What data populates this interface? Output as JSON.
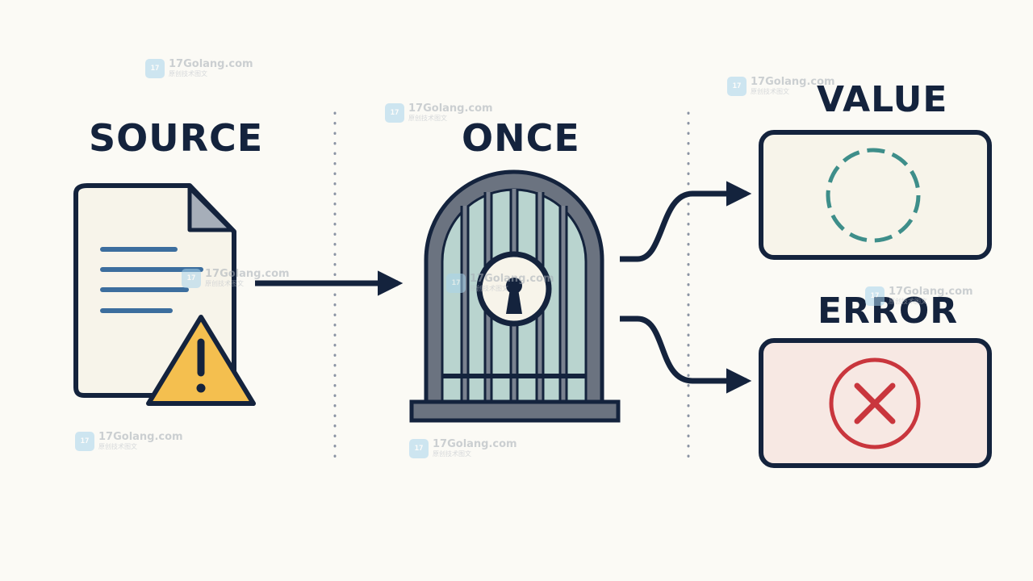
{
  "labels": {
    "source": "SOURCE",
    "once": "ONCE",
    "value": "VALUE",
    "error": "ERROR"
  },
  "watermark": {
    "logo": "17",
    "text": "17Golang.com",
    "subtext": "原创技术图文"
  },
  "icons": {
    "source": "document-icon",
    "warning": "warning-triangle-icon",
    "once": "locked-gate-icon",
    "value": "dashed-circle-icon",
    "error": "error-x-circle-icon"
  },
  "colors": {
    "background": "#fbfaf5",
    "ink": "#14233d",
    "paper": "#f7f4ea",
    "line": "#3c6e9e",
    "warning": "#f4bf4f",
    "gate_frame": "#6b7380",
    "gate_glass": "#b9d4cf",
    "value_dash": "#3e8e8a",
    "error_fill": "#f7e8e3",
    "error_red": "#c9363d"
  }
}
